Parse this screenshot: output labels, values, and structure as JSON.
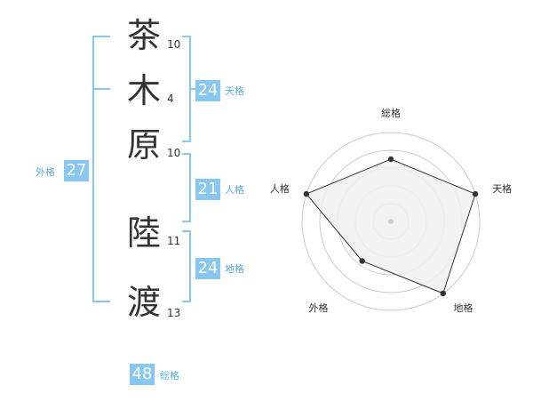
{
  "name": {
    "characters": [
      {
        "char": "茶",
        "strokes": "10"
      },
      {
        "char": "木",
        "strokes": "4"
      },
      {
        "char": "原",
        "strokes": "10"
      },
      {
        "char": "陸",
        "strokes": "11"
      },
      {
        "char": "渡",
        "strokes": "13"
      }
    ]
  },
  "scores": {
    "tenkaku": {
      "value": "24",
      "label": "天格"
    },
    "jinkaku": {
      "value": "21",
      "label": "人格"
    },
    "chikaku": {
      "value": "24",
      "label": "地格"
    },
    "gaikaku": {
      "value": "27",
      "label": "外格"
    },
    "soukaku": {
      "value": "48",
      "label": "総格"
    }
  },
  "colors": {
    "accent": "#88c8f0",
    "accent_text": "#5ab0e6",
    "radar_fill": "#f0f0f0",
    "radar_line": "#333333",
    "grid": "#cccccc"
  },
  "chart_data": {
    "type": "radar",
    "axes": [
      "総格",
      "天格",
      "地格",
      "外格",
      "人格"
    ],
    "values": [
      0.7,
      1.0,
      1.0,
      0.55,
      1.0
    ],
    "range": [
      0,
      1
    ]
  }
}
